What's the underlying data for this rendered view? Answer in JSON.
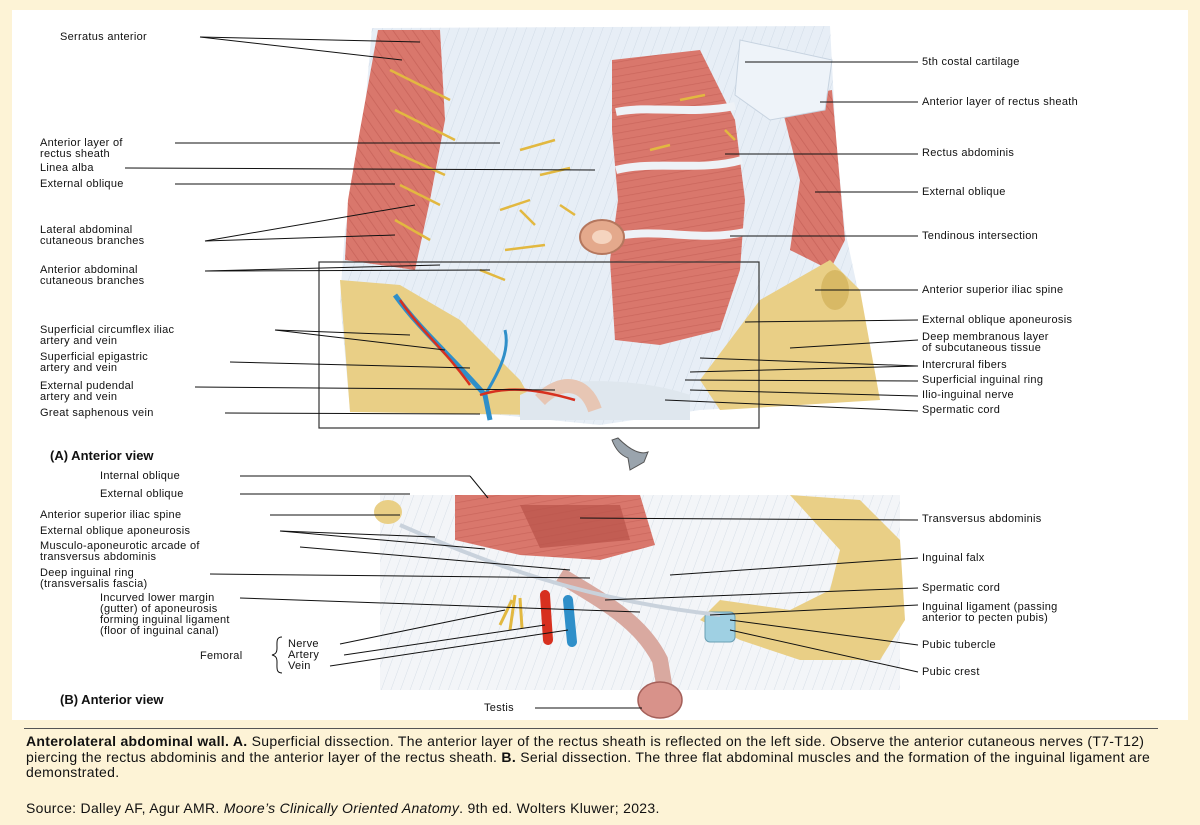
{
  "panel_a": {
    "view_title": "(A) Anterior view",
    "left_labels": [
      "Serratus anterior",
      "Anterior layer of\nrectus sheath",
      "Linea alba",
      "External oblique",
      "Lateral abdominal\ncutaneous branches",
      "Anterior abdominal\ncutaneous branches",
      "Superficial circumflex iliac\nartery and vein",
      "Superficial epigastric\nartery and vein",
      "External pudendal\nartery and vein",
      "Great saphenous vein"
    ],
    "right_labels": [
      "5th costal cartilage",
      "Anterior layer of rectus sheath",
      "Rectus abdominis",
      "External oblique",
      "Tendinous intersection",
      "Anterior superior iliac spine",
      "External oblique aponeurosis",
      "Deep membranous layer\nof subcutaneous tissue",
      "Intercrural fibers",
      "Superficial inguinal ring",
      "Ilio-inguinal nerve",
      "Spermatic cord"
    ]
  },
  "panel_b": {
    "view_title": "(B) Anterior view",
    "left_labels": [
      "Internal oblique",
      "External oblique",
      "Anterior superior iliac spine",
      "External oblique aponeurosis",
      "Musculo-aponeurotic arcade of\ntransversus abdominis",
      "Deep inguinal ring\n(transversalis fascia)",
      "Incurved lower margin\n(gutter) of aponeurosis\nforming inguinal ligament\n(floor of inguinal canal)"
    ],
    "femoral_group": {
      "label": "Femoral",
      "items": [
        "Nerve",
        "Artery",
        "Vein"
      ]
    },
    "right_labels": [
      "Transversus abdominis",
      "Inguinal falx",
      "Spermatic cord",
      "Inguinal ligament (passing\nanterior to pecten pubis)",
      "Pubic tubercle",
      "Pubic crest"
    ],
    "bottom_label": "Testis"
  },
  "caption": {
    "bold_lead": "Anterolateral abdominal wall. A.",
    "text_a": " Superficial dissection. The anterior layer of the rectus sheath is reflected on the left side. Observe the anterior cutaneous nerves (T7-T12) piercing the rectus abdominis and the anterior layer of the rectus sheath. ",
    "bold_b": "B.",
    "text_b": " Serial dissection. The three flat abdominal muscles and the formation of the inguinal ligament are demonstrated."
  },
  "source": {
    "prefix": "Source: Dalley AF, Agur AMR. ",
    "title": "Moore’s Clinically Oriented Anatomy",
    "suffix": ". 9th ed. Wolters Kluwer; 2023."
  },
  "colors": {
    "muscle": "#d9776c",
    "muscle_dark": "#b9544b",
    "fascia": "#e7eef6",
    "bone": "#e9cf86",
    "nerve": "#e2b840",
    "artery": "#d7301f",
    "vein": "#2f8fc9",
    "background": "#fdf3d6"
  }
}
